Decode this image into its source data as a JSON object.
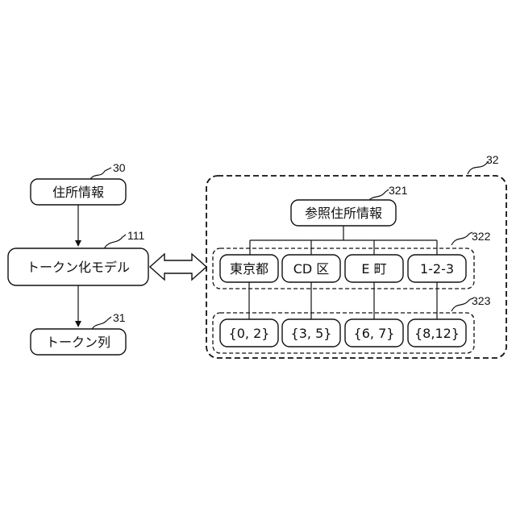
{
  "refs": {
    "address_info": "30",
    "token_model": "111",
    "token_seq": "31",
    "reference_group": "32",
    "reference_address": "321",
    "token_group": "322",
    "range_group": "323"
  },
  "boxes": {
    "address_info": "住所情報",
    "token_model": "トークン化モデル",
    "token_seq": "トークン列",
    "reference_address": "参照住所情報"
  },
  "tokens": [
    "東京都",
    "CD 区",
    "E 町",
    "1-2-3"
  ],
  "ranges": [
    "{0, 2}",
    "{3, 5}",
    "{6, 7}",
    "{8,12}"
  ]
}
